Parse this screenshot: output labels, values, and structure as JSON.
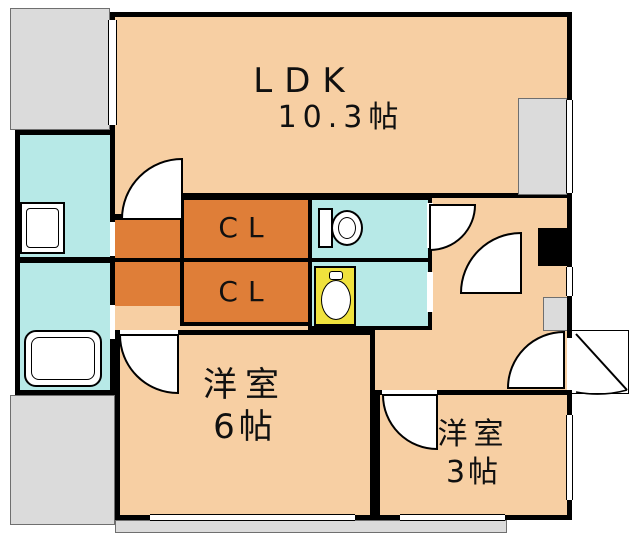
{
  "plan": {
    "ldk": {
      "name": "LDK",
      "size": "10.3帖"
    },
    "closet_upper": {
      "name": "CL"
    },
    "closet_lower": {
      "name": "CL"
    },
    "bedroom_main": {
      "name": "洋室",
      "size": "6帖"
    },
    "bedroom_sub": {
      "name": "洋室",
      "size": "3帖"
    }
  },
  "colors": {
    "wall": "#000000",
    "room_fill": "#f7cfa3",
    "closet_fill": "#df7e38",
    "wet_area_fill": "#b7e9e7",
    "sink_fill": "#f0e23d",
    "balcony_fill": "#dbdbdb"
  }
}
